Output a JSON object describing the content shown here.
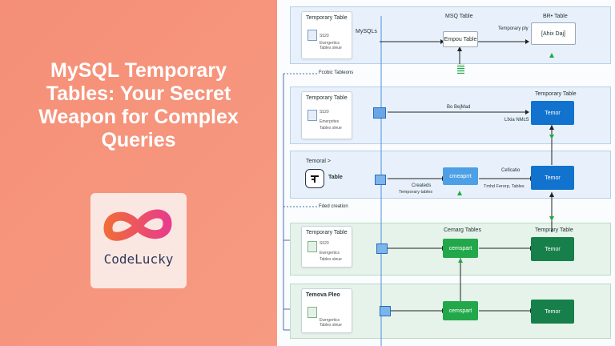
{
  "title": "MySQL Temporary Tables: Your Secret Weapon for Complex Queries",
  "logo": {
    "text": "CodeLucky"
  },
  "diagram": {
    "row1": {
      "card_title": "Temporary Table",
      "card_line1": "S520",
      "card_line2": "Ewrrgertics",
      "card_line3": "Tables sleue",
      "label_mysqlx": "MySQLs",
      "label_center_top": "MSQ Table",
      "label_right_top": "BR• Table",
      "node_small": "Empou Table",
      "label_arrow": "Temporary ply",
      "box_white": "[Ahix Daj]"
    },
    "side_label_1": "Fcobic Tableons",
    "row2": {
      "card_title": "Temporary Table",
      "card_line1": "S520",
      "card_line2": "Emerprites",
      "card_line3": "Tables sleue",
      "arrow_label": "Bo BejMad",
      "right_header": "Temporary Table",
      "box": "Temor",
      "under_label": "Lfxia NMcS"
    },
    "row3": {
      "card_title": "Temoral >",
      "table_label": "Table",
      "left_label": "Createds",
      "left_sub": "Temporary tables",
      "center_box": "cmeaprrt",
      "right_label": "Ceficatio",
      "right_sub": "Tmhd Ferorp, Tables",
      "box": "Temor"
    },
    "side_label_2": "Fded creation",
    "row4": {
      "card_title": "Temporary Table",
      "card_line1": "S520",
      "card_line2": "Ewrrgertics",
      "card_line3": "Tables sleue",
      "center_label": "Cemarg Tables",
      "center_box": "cemspart",
      "right_header": "Temprary Table",
      "box": "Temor"
    },
    "row5": {
      "card_title": "Temova Pleo",
      "card_line2": "Ewrrgertics",
      "card_line3": "Tables sleue",
      "center_box": "cemspart",
      "box": "Temor"
    }
  }
}
